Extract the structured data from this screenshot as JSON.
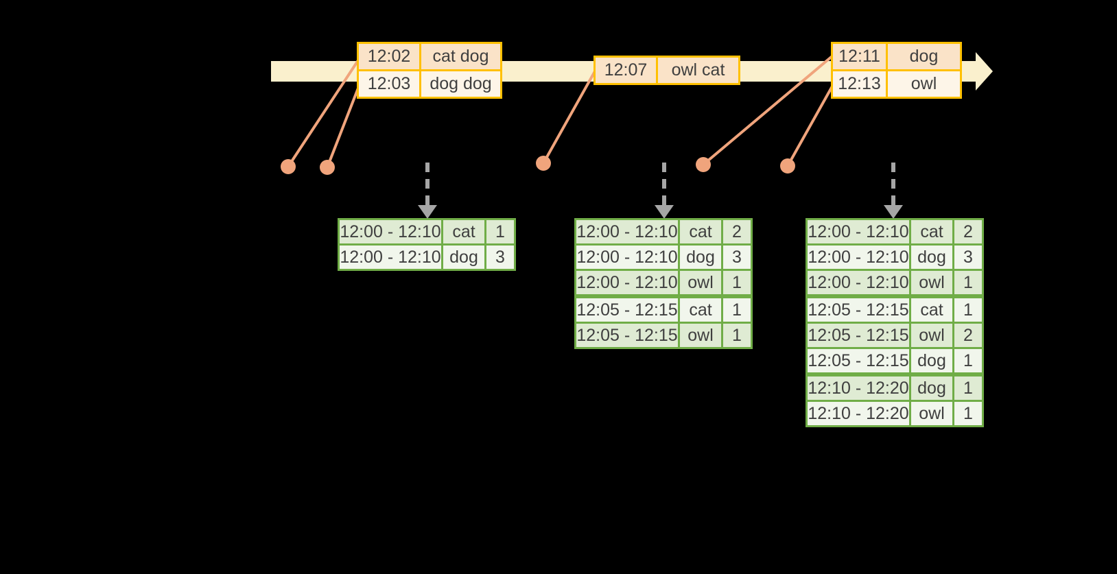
{
  "diagram": {
    "kind": "windowed-word-count-stream-diagram"
  },
  "colors": {
    "background": "#000000",
    "timeline_band": "#FAF0CD",
    "amber_border": "#FFC000",
    "peach_row": "#FAE3C8",
    "cream_row": "#FDF5E8",
    "salmon_marker": "#F0A47C",
    "green_border": "#70AD47",
    "green_row_dark": "#DFEBD3",
    "green_row_light": "#F1F6EC",
    "gray_arrow": "#A6A6A6",
    "text": "#3F3F3F"
  },
  "input_tables": [
    {
      "name": "input-batch-1",
      "rows": [
        [
          "12:02",
          "cat dog"
        ],
        [
          "12:03",
          "dog dog"
        ]
      ]
    },
    {
      "name": "input-batch-2",
      "rows": [
        [
          "12:07",
          "owl cat"
        ]
      ]
    },
    {
      "name": "input-batch-3",
      "rows": [
        [
          "12:11",
          "dog"
        ],
        [
          "12:13",
          "owl"
        ]
      ]
    }
  ],
  "result_tables": [
    {
      "name": "result-table-1",
      "rows": [
        [
          "12:00 - 12:10",
          "cat",
          "1"
        ],
        [
          "12:00 - 12:10",
          "dog",
          "3"
        ]
      ]
    },
    {
      "name": "result-table-2",
      "rows": [
        [
          "12:00 - 12:10",
          "cat",
          "2"
        ],
        [
          "12:00 - 12:10",
          "dog",
          "3"
        ],
        [
          "12:00 - 12:10",
          "owl",
          "1"
        ],
        [
          "12:05 - 12:15",
          "cat",
          "1"
        ],
        [
          "12:05 - 12:15",
          "owl",
          "1"
        ]
      ]
    },
    {
      "name": "result-table-3",
      "rows": [
        [
          "12:00 - 12:10",
          "cat",
          "2"
        ],
        [
          "12:00 - 12:10",
          "dog",
          "3"
        ],
        [
          "12:00 - 12:10",
          "owl",
          "1"
        ],
        [
          "12:05 - 12:15",
          "cat",
          "1"
        ],
        [
          "12:05 - 12:15",
          "owl",
          "2"
        ],
        [
          "12:05 - 12:15",
          "dog",
          "1"
        ],
        [
          "12:10 - 12:20",
          "dog",
          "1"
        ],
        [
          "12:10 - 12:20",
          "owl",
          "1"
        ]
      ]
    }
  ]
}
